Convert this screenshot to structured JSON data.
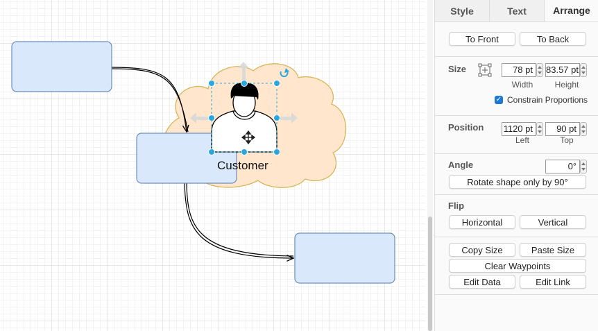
{
  "canvas": {
    "shape_label": "Customer"
  },
  "panel": {
    "tabs": [
      {
        "label": "Style"
      },
      {
        "label": "Text"
      },
      {
        "label": "Arrange"
      }
    ],
    "order": {
      "to_front": "To Front",
      "to_back": "To Back"
    },
    "size": {
      "title": "Size",
      "width_value": "78 pt",
      "height_value": "83.57 pt",
      "width_label": "Width",
      "height_label": "Height",
      "constrain_label": "Constrain Proportions",
      "constrain_checked": true
    },
    "position": {
      "title": "Position",
      "left_value": "1120 pt",
      "top_value": "90 pt",
      "left_label": "Left",
      "top_label": "Top"
    },
    "angle": {
      "title": "Angle",
      "value": "0°",
      "rotate_button": "Rotate shape only by 90°"
    },
    "flip": {
      "title": "Flip",
      "horizontal": "Horizontal",
      "vertical": "Vertical"
    },
    "misc": {
      "copy_size": "Copy Size",
      "paste_size": "Paste Size",
      "clear_waypoints": "Clear Waypoints",
      "edit_data": "Edit Data",
      "edit_link": "Edit Link"
    }
  },
  "colors": {
    "box_fill": "#dae8fc",
    "box_stroke": "#6c8ebf",
    "cloud_fill": "#ffe6cc",
    "cloud_stroke": "#d6b656",
    "selection_handle": "#29a8e0",
    "accent": "#1f78d1"
  }
}
